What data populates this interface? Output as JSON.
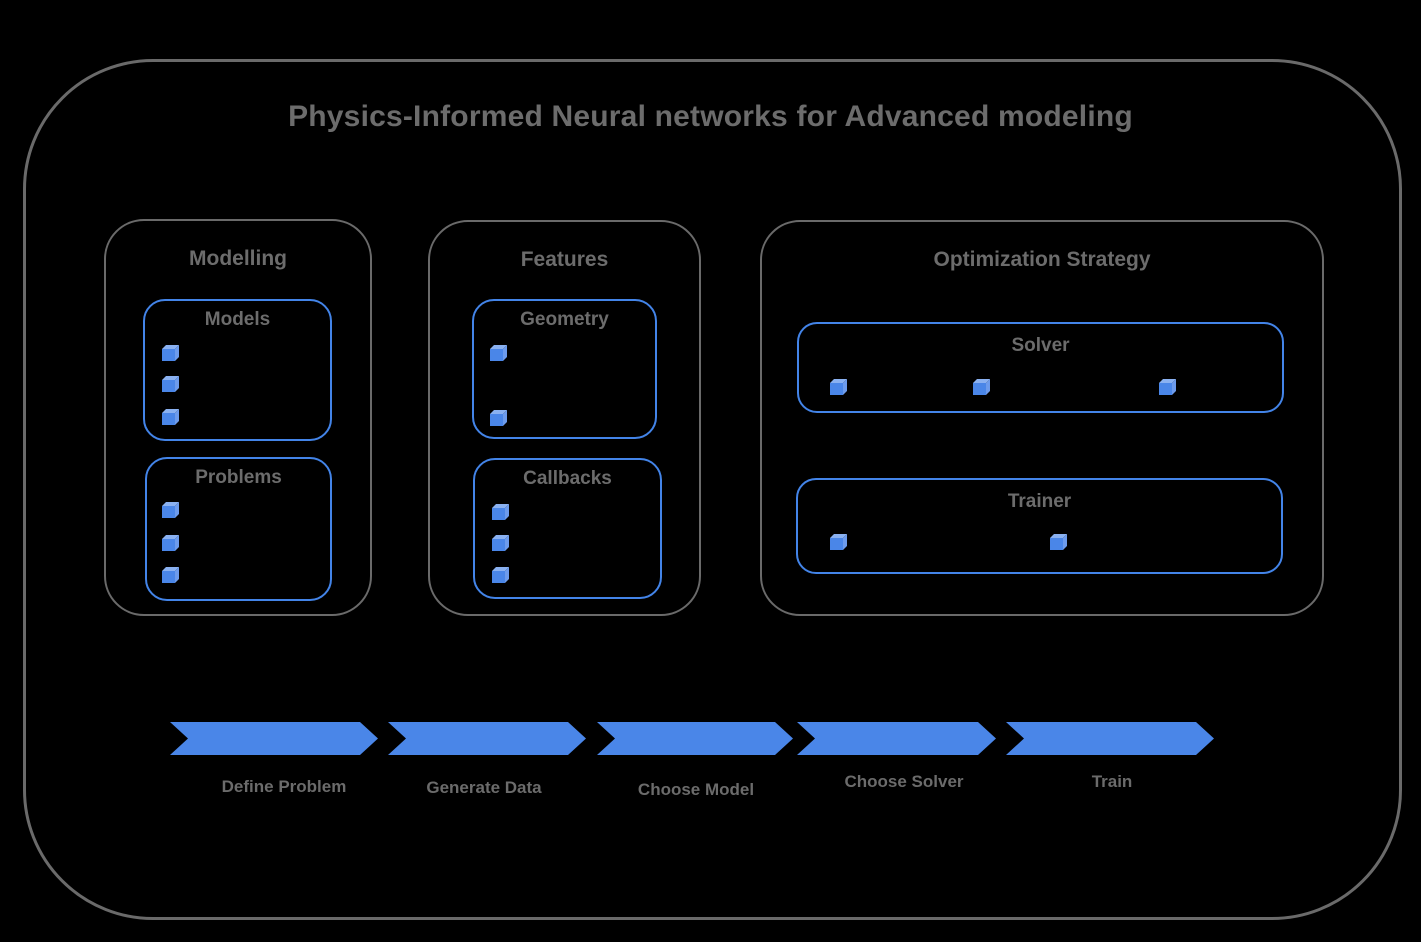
{
  "title": "Physics-Informed Neural networks for Advanced modeling",
  "colors": {
    "accent_blue": "#4a86e8",
    "border_blue": "#4384e8",
    "text_gray": "#6c6c6c",
    "border_gray": "#6a6a6a",
    "background": "#000000"
  },
  "sections": [
    {
      "name": "Modelling",
      "boxes": [
        {
          "label": "Models",
          "bullet_count": 3
        },
        {
          "label": "Problems",
          "bullet_count": 3
        }
      ]
    },
    {
      "name": "Features",
      "boxes": [
        {
          "label": "Geometry",
          "bullet_count": 2
        },
        {
          "label": "Callbacks",
          "bullet_count": 3
        }
      ]
    },
    {
      "name": "Optimization Strategy",
      "boxes": [
        {
          "label": "Solver",
          "bullet_count": 3
        },
        {
          "label": "Trainer",
          "bullet_count": 2
        }
      ]
    }
  ],
  "workflow": {
    "steps": [
      {
        "label": "Define Problem"
      },
      {
        "label": "Generate Data"
      },
      {
        "label": "Choose Model"
      },
      {
        "label": "Choose Solver"
      },
      {
        "label": "Train"
      }
    ]
  }
}
